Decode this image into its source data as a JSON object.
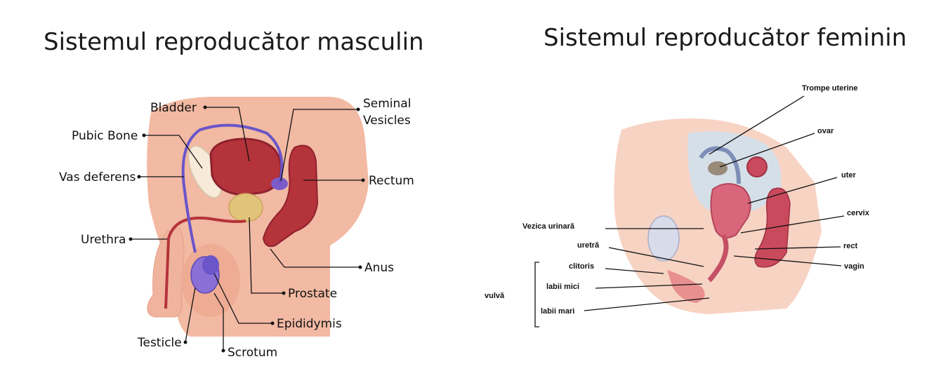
{
  "male": {
    "title": "Sistemul reproducător masculin",
    "labels": {
      "bladder": "Bladder",
      "pubic_bone": "Pubic Bone",
      "vas_deferens": "Vas deferens",
      "urethra": "Urethra",
      "seminal_1": "Seminal",
      "seminal_2": "Vesicles",
      "rectum": "Rectum",
      "anus": "Anus",
      "prostate": "Prostate",
      "epididymis": "Epididymis",
      "testicle": "Testicle",
      "scrotum": "Scrotum"
    }
  },
  "female": {
    "title": "Sistemul reproducător feminin",
    "labels": {
      "trompe": "Trompe uterine",
      "ovar": "ovar",
      "uter": "uter",
      "cervix": "cervix",
      "vezica": "Vezica urinară",
      "uretra": "uretră",
      "rect": "rect",
      "clitoris": "clitoris",
      "vagin": "vagin",
      "vulva": "vulvă",
      "labii_mici": "labii mici",
      "labii_mari": "labii mari"
    }
  },
  "colors": {
    "skin": "#f2b9a3",
    "skin_light": "#f7d3c4",
    "organ_red": "#b5333a",
    "organ_dark": "#8e2230",
    "vas_purple": "#6a55c9",
    "testicle_purple": "#8a6fd6",
    "prostate_tan": "#e2c37a"
  }
}
